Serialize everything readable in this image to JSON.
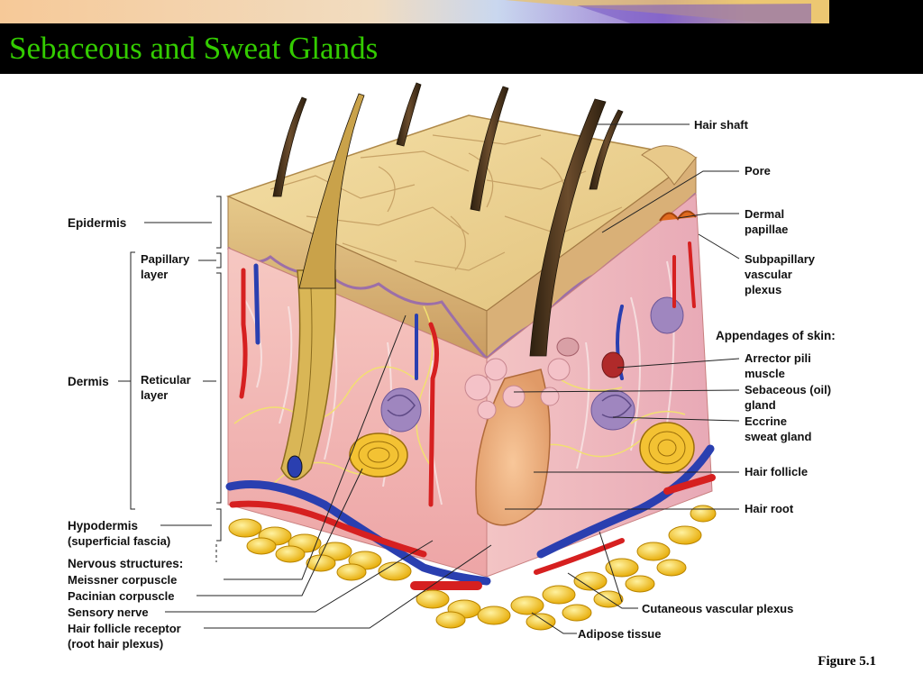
{
  "slide": {
    "title": "Sebaceous and Sweat Glands",
    "figure_label": "Figure 5.1"
  },
  "labels": {
    "right": {
      "hair_shaft": "Hair shaft",
      "pore": "Pore",
      "dermal_papillae": "Dermal\npapillae",
      "subpapillary": "Subpapillary\nvascular\nplexus",
      "appendages_header": "Appendages of skin:",
      "arrector": "Arrector pili\nmuscle",
      "sebaceous": "Sebaceous (oil)\ngland",
      "eccrine": "Eccrine\nsweat gland",
      "hair_follicle": "Hair follicle",
      "hair_root": "Hair root"
    },
    "left": {
      "epidermis": "Epidermis",
      "papillary": "Papillary\nlayer",
      "dermis": "Dermis",
      "reticular": "Reticular\nlayer",
      "hypodermis": "Hypodermis",
      "superficial_fascia": "(superficial fascia)",
      "nervous_header": "Nervous structures:",
      "meissner": "Meissner corpuscle",
      "pacinian": "Pacinian corpuscle",
      "sensory": "Sensory nerve",
      "hair_receptor": "Hair follicle receptor\n(root hair plexus)"
    },
    "bottom": {
      "cutaneous": "Cutaneous vascular plexus",
      "adipose": "Adipose tissue"
    }
  },
  "colors": {
    "title_text": "#33cc00",
    "title_bar": "#000000",
    "epidermis": "#e7cf8c",
    "dermis": "#f2b9b9",
    "adipose": "#f5c518",
    "artery": "#d62020",
    "vein": "#2a3fb0",
    "hair": "#4a3520"
  }
}
